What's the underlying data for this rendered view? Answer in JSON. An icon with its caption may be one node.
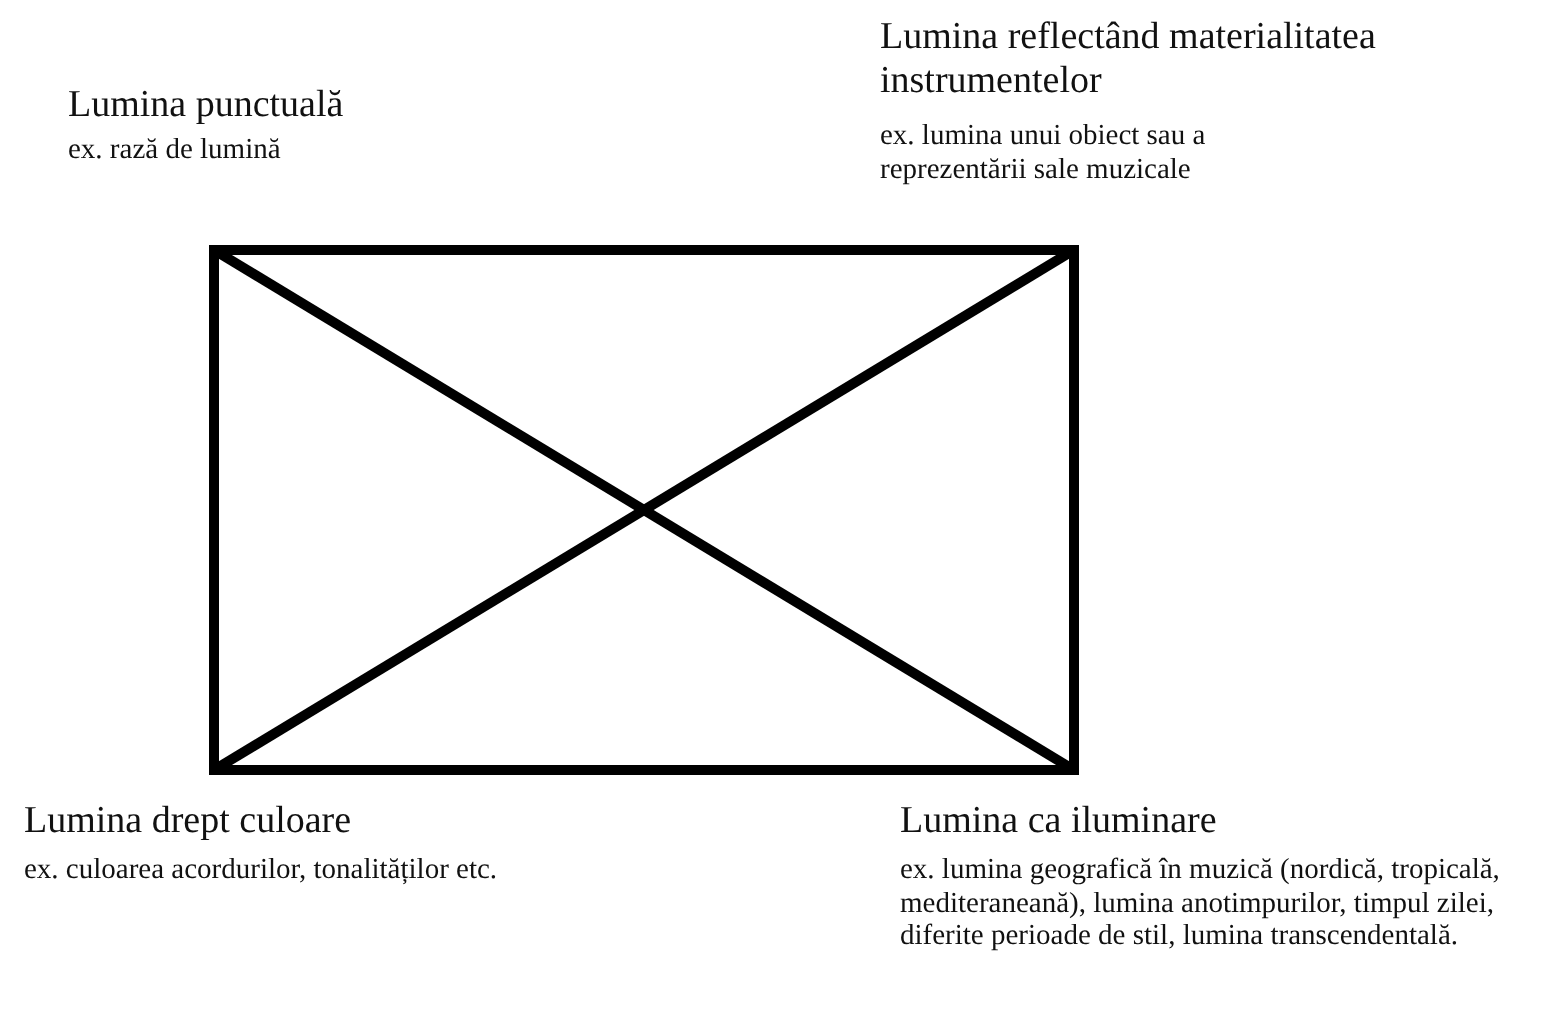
{
  "diagram": {
    "labels": [
      "Lumina punctuală",
      "ex. rază de lumină",
      "Lumina reflectând materialitatea instrumentelor",
      "ex. lumina unui obiect sau a reprezentării sale muzicale",
      "Lumina drept culoare",
      "ex. culoarea acordurilor, tonalităților etc.",
      "Lumina ca iluminare",
      "ex. lumina geografică în muzică (nordică, tropicală, mediteraneană), lumina anotimpurilor, timpul zilei, diferite perioade de stil, lumina transcendentală."
    ]
  }
}
